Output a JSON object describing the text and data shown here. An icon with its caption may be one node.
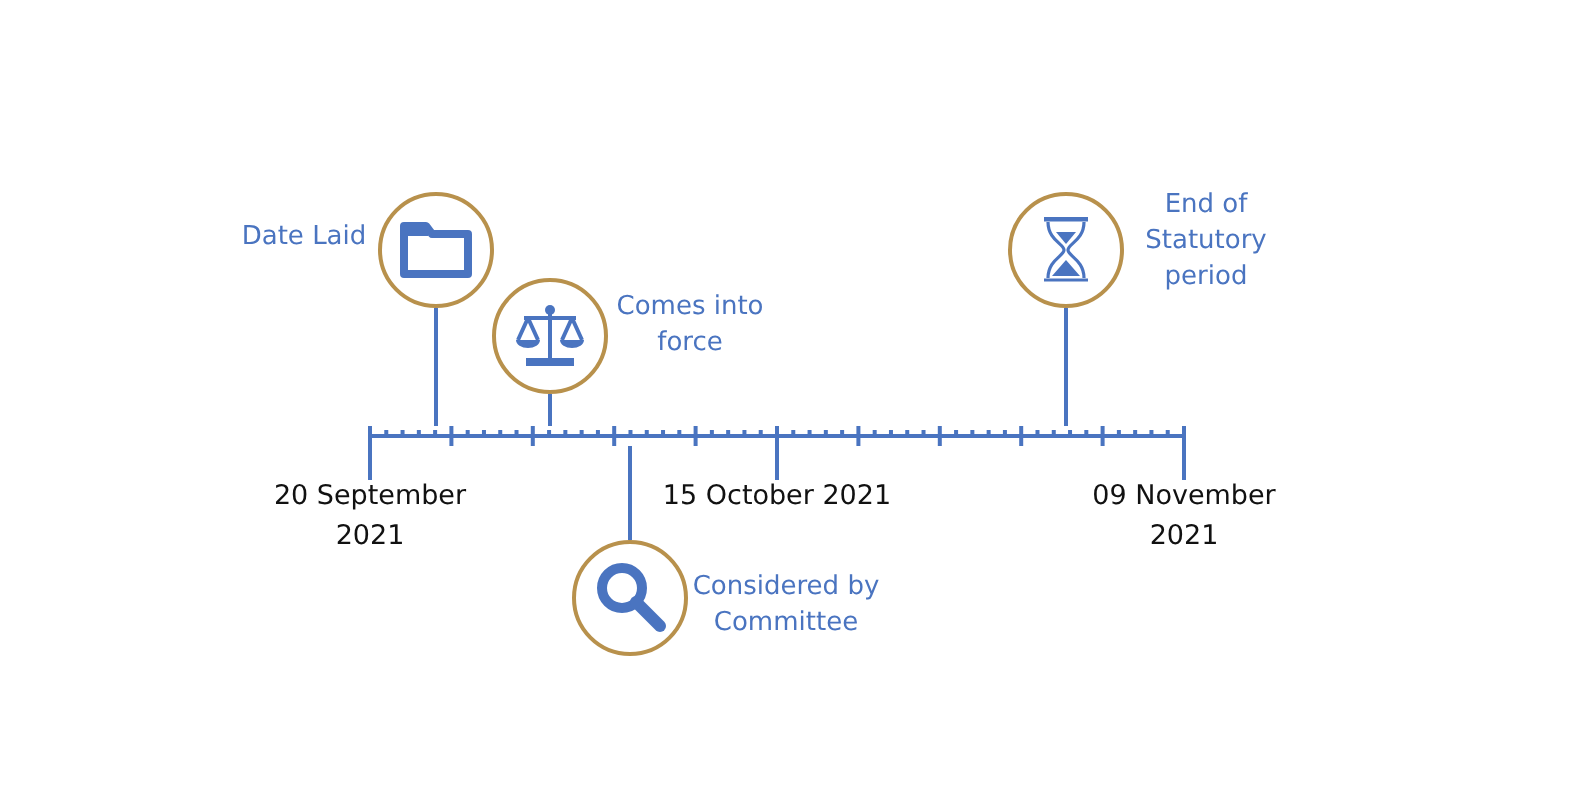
{
  "diagram": {
    "nodes": [
      {
        "text": [],
        "shape": "circle",
        "beside": [
          "Date Laid"
        ]
      },
      {
        "text": [],
        "shape": "circle",
        "beside": [
          "Comes into force"
        ]
      },
      {
        "text": [],
        "shape": "circle",
        "beside": [
          "Considered by Committee"
        ]
      },
      {
        "text": [],
        "shape": "circle",
        "beside": [
          "End of Statutory period"
        ]
      },
      {
        "text": [],
        "shape": "bar"
      }
    ],
    "edges": [
      {
        "from": 0,
        "to": 4,
        "arrow": "none"
      },
      {
        "from": 1,
        "to": 4,
        "arrow": "none"
      },
      {
        "from": 2,
        "to": 4,
        "arrow": "none"
      },
      {
        "from": 3,
        "to": 4,
        "arrow": "none"
      }
    ],
    "labels": [
      "20 September 2021",
      "15 October 2021",
      "09 November 2021"
    ]
  }
}
